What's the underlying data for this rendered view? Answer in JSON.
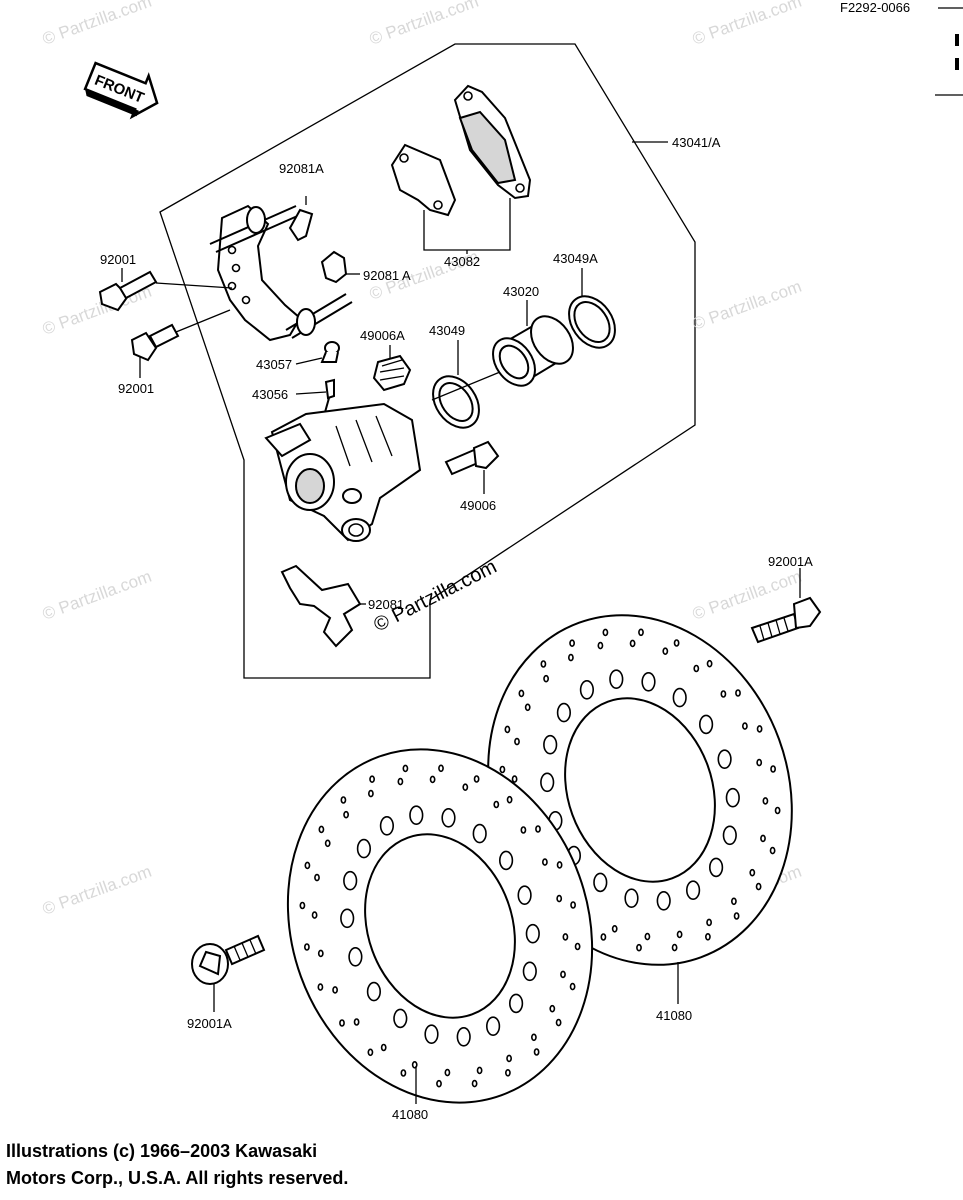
{
  "diagram_id": "F2292-0066",
  "front_label": "FRONT",
  "watermark": "© Partzilla.com",
  "labels": {
    "l43041": "43041/A",
    "l92081a_top": "92081A",
    "l92081a_mid": "92081 A",
    "l43082": "43082",
    "l43049a": "43049A",
    "l43020": "43020",
    "l92001_top": "92001",
    "l92001_bot": "92001",
    "l43057": "43057",
    "l49006a": "49006A",
    "l43049": "43049",
    "l43056": "43056",
    "l49006": "49006",
    "l92081_low": "92081",
    "l92001a_right": "92001A",
    "l92001a_left": "92001A",
    "l41080_right": "41080",
    "l41080_left": "41080"
  },
  "copyright": {
    "line1": "Illustrations (c) 1966–2003 Kawasaki",
    "line2": "Motors Corp., U.S.A.  All rights reserved."
  }
}
